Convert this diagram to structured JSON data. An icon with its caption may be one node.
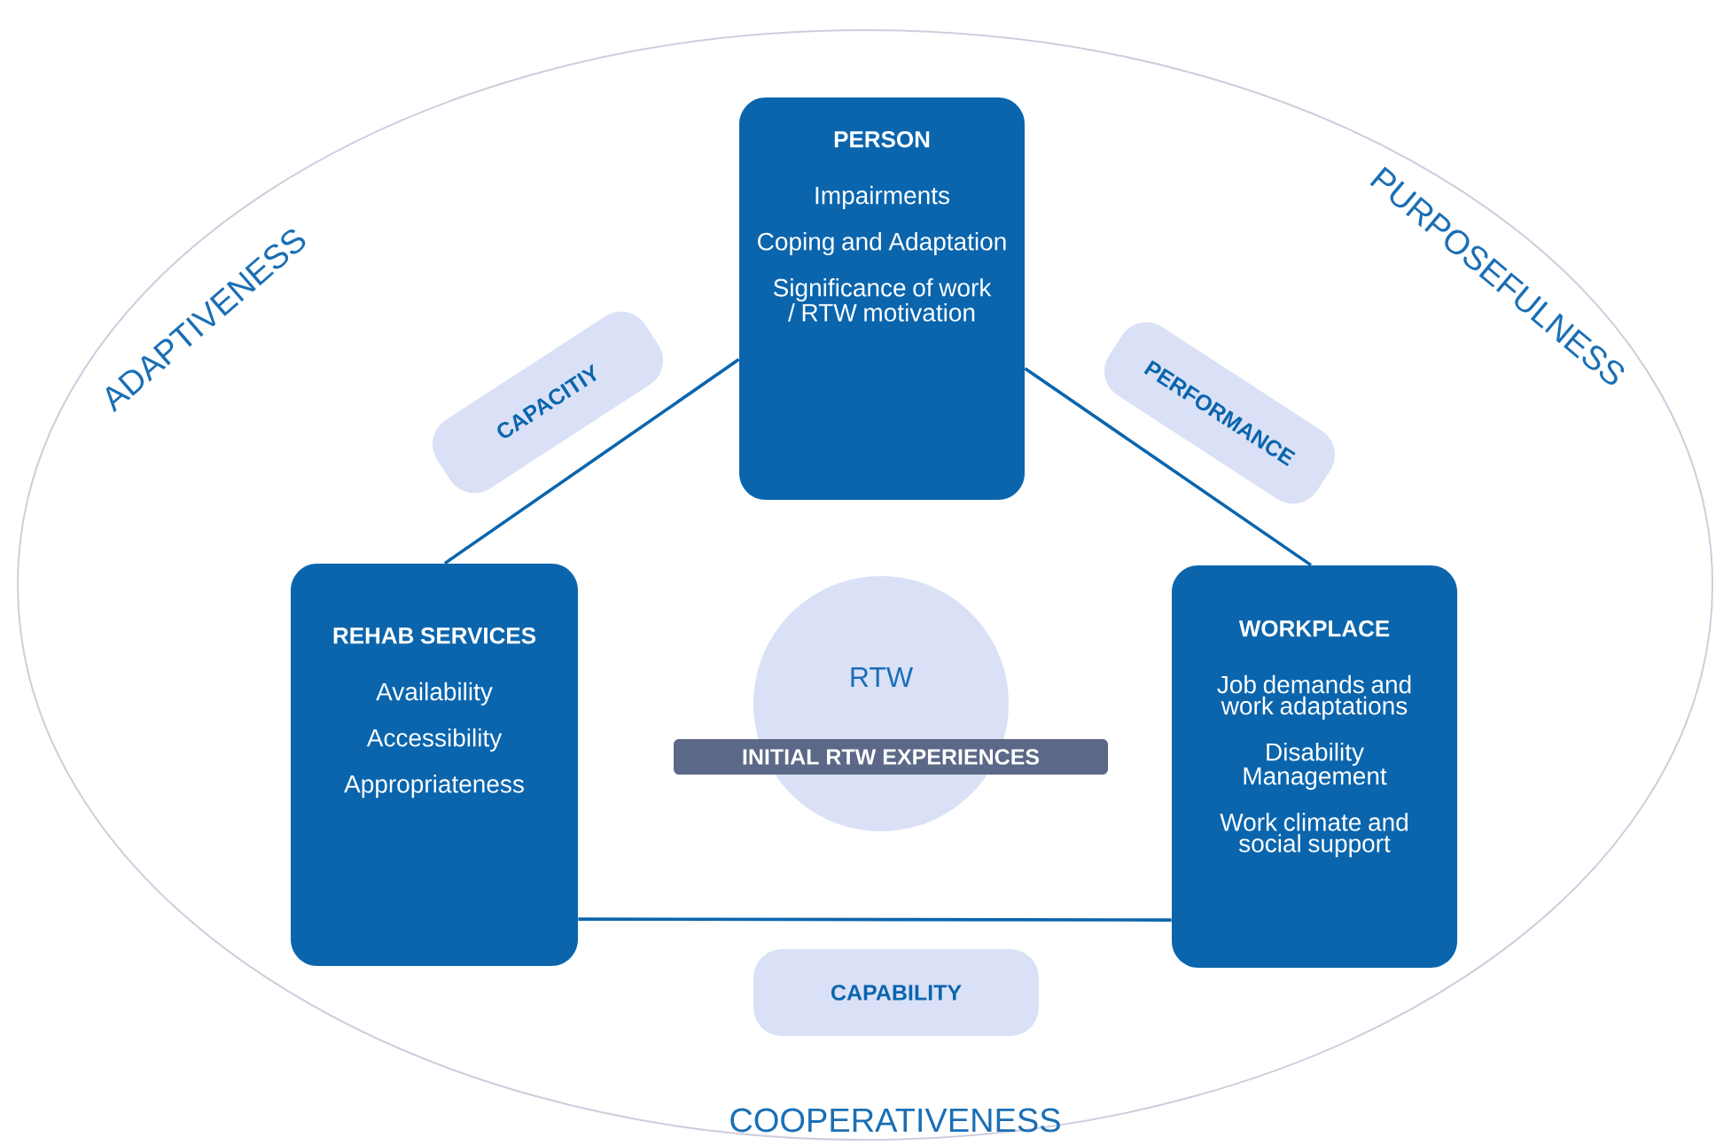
{
  "diagram": {
    "nodes": [
      {
        "text": [
          "ADAPTIVENESS",
          "PURPOSEFULNESS",
          "COOPERATIVENESS"
        ]
      },
      {
        "text": [
          "PERSON",
          "Impairments",
          "Coping and Adaptation",
          "Significance of work / RTW motivation"
        ],
        "in": 0
      },
      {
        "text": [
          "REHAB SERVICES",
          "Availability",
          "Accessibility",
          "Appropriateness"
        ],
        "in": 0
      },
      {
        "text": [
          "WORKPLACE",
          "Job demands and work adaptations",
          "Disability Management",
          "Work climate and social support"
        ],
        "in": 0
      },
      {
        "text": [
          "RTW"
        ],
        "in": 0
      },
      {
        "text": [
          "INITIAL RTW EXPERIENCES"
        ],
        "in": 0
      },
      {
        "text": [
          "CAPACITIY"
        ],
        "in": 0
      },
      {
        "text": [
          "PERFORMANCE"
        ],
        "in": 0
      },
      {
        "text": [
          "CAPABILITY"
        ],
        "in": 0
      }
    ],
    "edges": [
      {
        "from": 1,
        "to": 2,
        "arrow": "none"
      },
      {
        "from": 1,
        "to": 3,
        "arrow": "none"
      },
      {
        "from": 2,
        "to": 3,
        "arrow": "none"
      }
    ]
  }
}
